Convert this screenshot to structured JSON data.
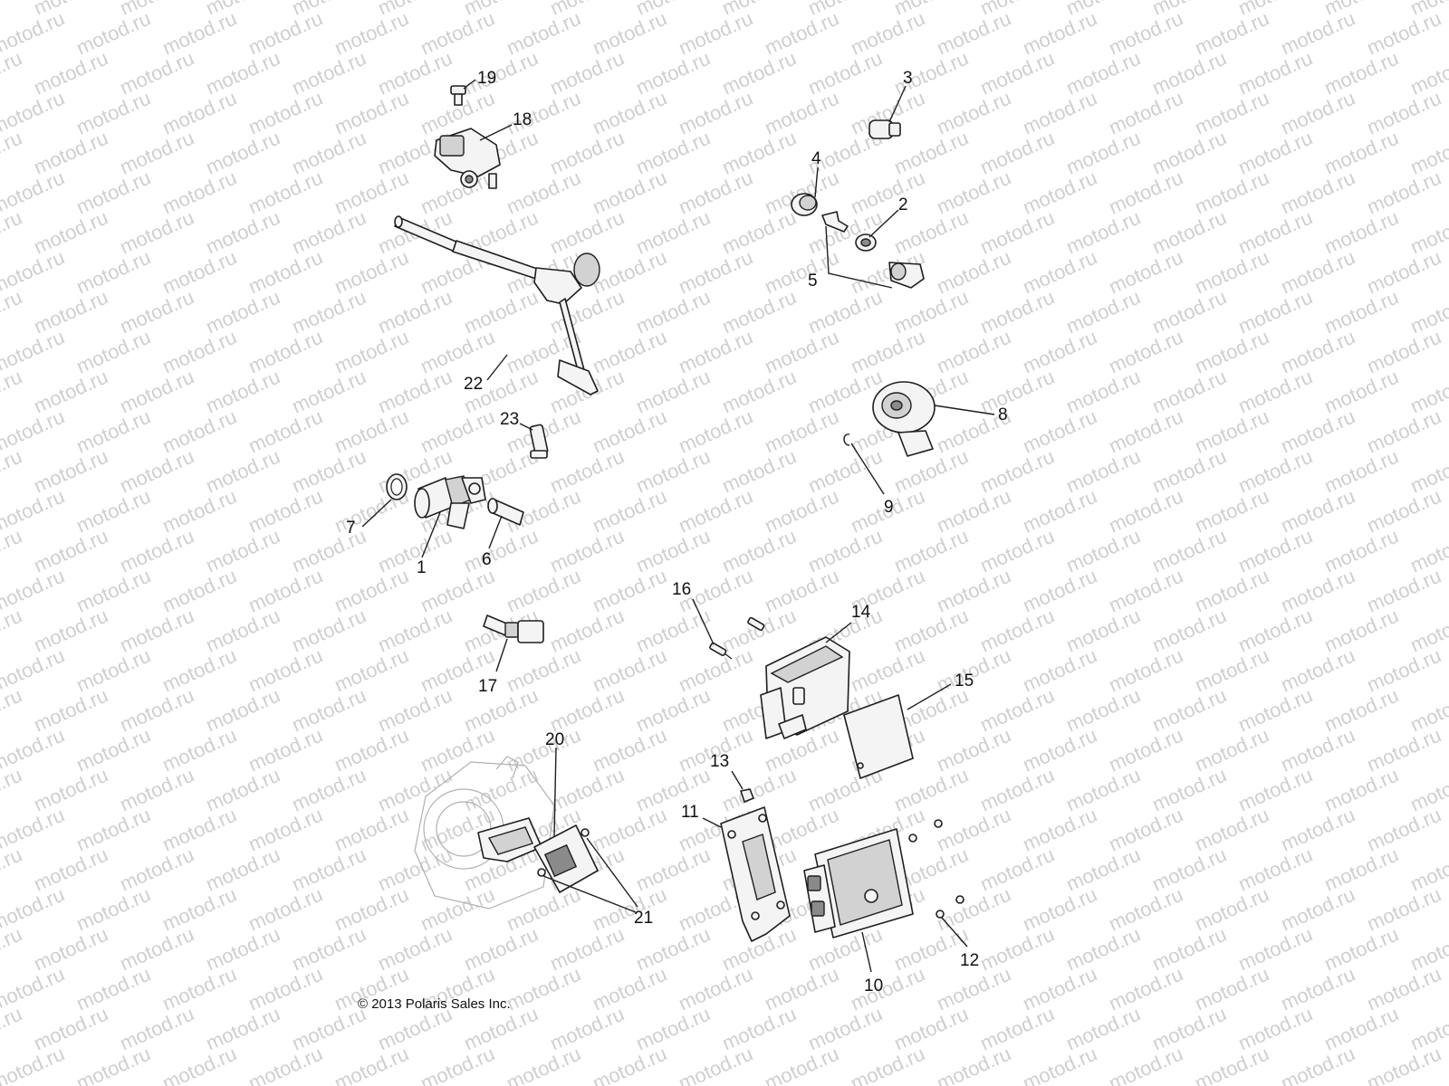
{
  "watermark_text": "motod.ru",
  "copyright": "© 2013 Polaris Sales Inc.",
  "callouts": {
    "c1": "1",
    "c2": "2",
    "c3": "3",
    "c4": "4",
    "c5": "5",
    "c6": "6",
    "c7": "7",
    "c8": "8",
    "c9": "9",
    "c10": "10",
    "c11": "11",
    "c12": "12",
    "c13": "13",
    "c14": "14",
    "c15": "15",
    "c16": "16",
    "c17": "17",
    "c18": "18",
    "c19": "19",
    "c20": "20",
    "c21": "21",
    "c22": "22",
    "c23": "23"
  },
  "colors": {
    "line": "#1e1e1e",
    "watermark": "#cfcfcf",
    "background": "#ffffff"
  }
}
